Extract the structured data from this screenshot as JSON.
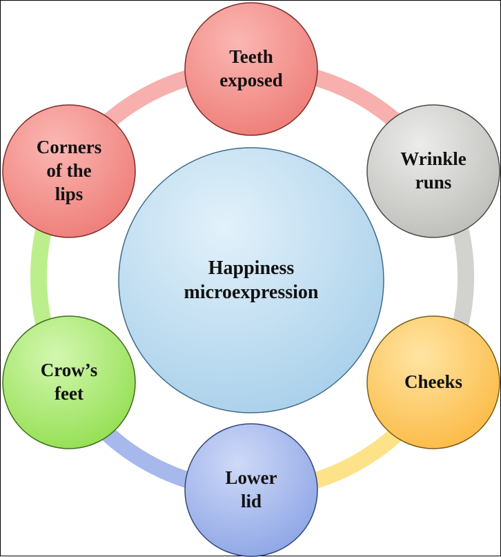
{
  "center": {
    "line1": "Happiness",
    "line2": "microexpression",
    "color": "#b9d9ef"
  },
  "nodes": [
    {
      "line1": "Teeth",
      "line2": "exposed",
      "line3": "",
      "color": "#f28b86"
    },
    {
      "line1": "Wrinkle",
      "line2": "runs",
      "line3": "",
      "color": "#c9c9c6"
    },
    {
      "line1": "Cheeks",
      "line2": "",
      "line3": "",
      "color": "#fdc560"
    },
    {
      "line1": "Lower",
      "line2": "lid",
      "line3": "",
      "color": "#9fb3ea"
    },
    {
      "line1": "Crow’s",
      "line2": "feet",
      "line3": "",
      "color": "#a8e66f"
    },
    {
      "line1": "Corners",
      "line2": "of the",
      "line3": "lips",
      "color": "#f28b86"
    }
  ],
  "ring_colors": [
    "#f7b0ad",
    "#d2d3cf",
    "#fde28a",
    "#a6b8ec",
    "#bcef8c",
    "#f7b0ad"
  ]
}
